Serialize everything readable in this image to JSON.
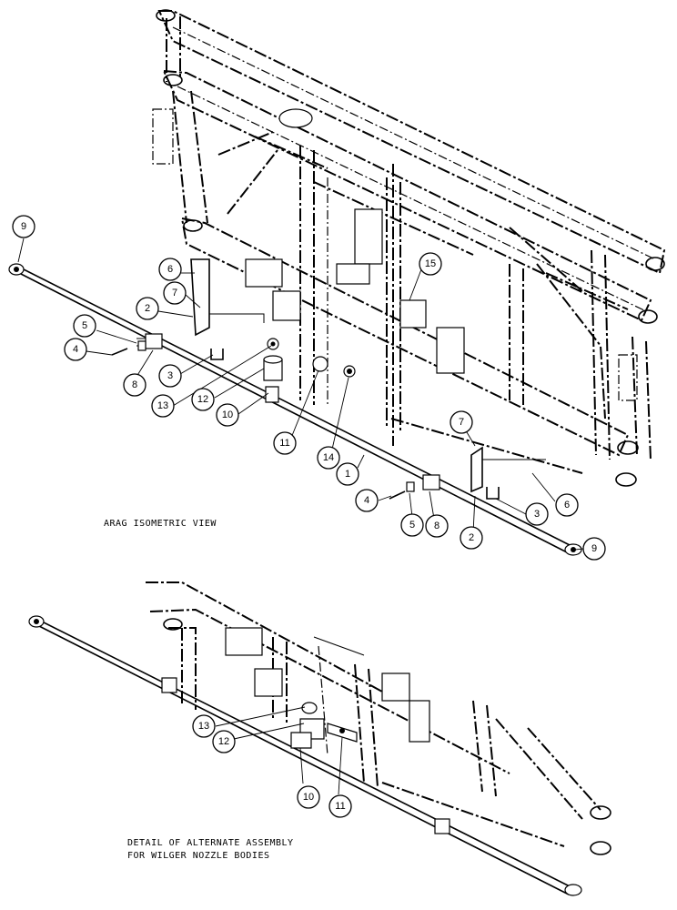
{
  "views": {
    "isometric": {
      "title": "ARAG ISOMETRIC VIEW",
      "callouts": [
        "9",
        "6",
        "7",
        "5",
        "2",
        "4",
        "8",
        "3",
        "13",
        "12",
        "10",
        "11",
        "14",
        "1",
        "15",
        "7",
        "4",
        "5",
        "8",
        "2",
        "3",
        "6",
        "9"
      ]
    },
    "alternate": {
      "title_line1": "DETAIL OF ALTERNATE ASSEMBLY",
      "title_line2": "FOR WILGER NOZZLE BODIES",
      "callouts": [
        "13",
        "12",
        "10",
        "11"
      ]
    }
  }
}
